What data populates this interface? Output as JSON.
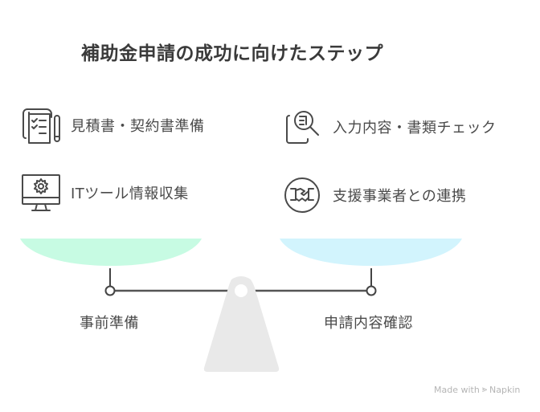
{
  "title": "補助金申請の成功に向けたステップ",
  "left_side": {
    "label": "事前準備",
    "pan_color": "#c7fbe3",
    "items": [
      {
        "label": "見積書・契約書準備",
        "icon": "document-pen-icon"
      },
      {
        "label": "ITツール情報収集",
        "icon": "monitor-gear-icon"
      }
    ]
  },
  "right_side": {
    "label": "申請内容確認",
    "pan_color": "#d2f4fd",
    "items": [
      {
        "label": "入力内容・書類チェック",
        "icon": "document-search-icon"
      },
      {
        "label": "支援事業者との連携",
        "icon": "handshake-icon"
      }
    ]
  },
  "colors": {
    "fulcrum": "#e9e9e9",
    "beam": "#555555",
    "text": "#4a4a4a"
  },
  "watermark": {
    "text": "Made with",
    "brand": "Napkin"
  }
}
